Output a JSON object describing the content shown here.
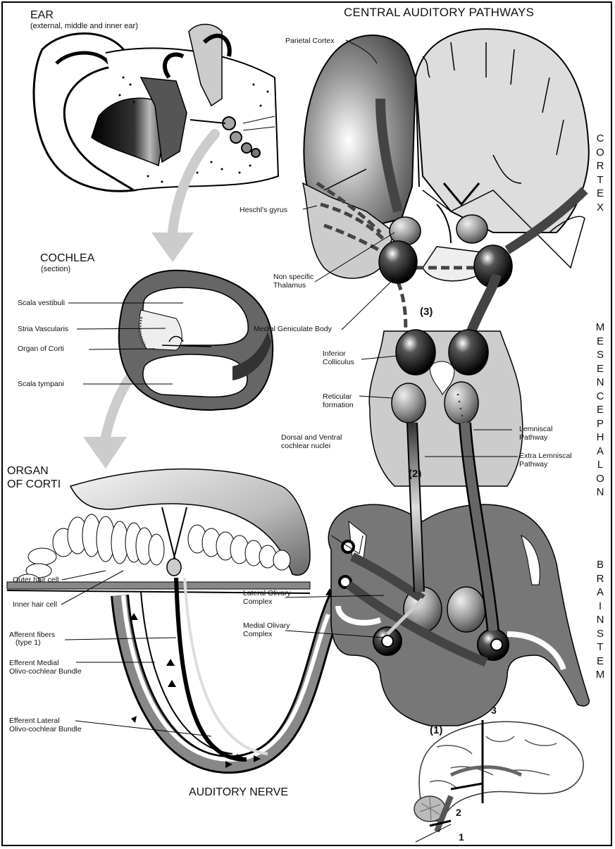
{
  "title": "CENTRAL AUDITORY PATHWAYS",
  "ear": {
    "title": "EAR",
    "subtitle": "(external, middle and inner ear)"
  },
  "cochlea": {
    "title": "COCHLEA",
    "subtitle": "(section)",
    "labels": [
      "Scala vestibuli",
      "Stria Vascularis",
      "Organ of Corti",
      "Scala tympani"
    ]
  },
  "organ": {
    "title_line1": "ORGAN",
    "title_line2": "OF CORTI",
    "labels": {
      "outer_hair": "Outer hair cell",
      "inner_hair": "Inner hair cell",
      "afferent_1": "Afferent fibers",
      "afferent_2": "(type 1)",
      "eff_med_1": "Efferent Medial",
      "eff_med_2": "Olivo-cochlear Bundle",
      "eff_lat_1": "Efferent Lateral",
      "eff_lat_2": "Olivo-cochlear Bundle"
    }
  },
  "nerve_label": "AUDITORY NERVE",
  "pathway_labels": {
    "parietal": "Parietal Cortex",
    "heschl": "Heschl's gyrus",
    "nonspec_1": "Non specific",
    "nonspec_2": "Thalamus",
    "mgb": "Medial Geniculate Body",
    "ic_1": "Inferior",
    "ic_2": "Colliculus",
    "ret_1": "Reticular",
    "ret_2": "formation",
    "dvcn_1": "Dorsal and Ventral",
    "dvcn_2": "cochlear nuclei",
    "loc_1": "Lateral Olivary",
    "loc_2": "Complex",
    "moc_1": "Medial Olivary",
    "moc_2": "Complex",
    "lem_1": "Lemniscal",
    "lem_2": "Pathway",
    "extra_1": "Extra Lemniscal",
    "extra_2": "Pathway"
  },
  "levels": {
    "l3": "(3)",
    "l2": "(2)",
    "l1": "(1)"
  },
  "side_labels": {
    "cortex": [
      "C",
      "O",
      "R",
      "T",
      "E",
      "X"
    ],
    "mesencephalon": [
      "M",
      "E",
      "S",
      "E",
      "N",
      "C",
      "E",
      "P",
      "H",
      "A",
      "L",
      "O",
      "N"
    ],
    "brainstem": [
      "B",
      "R",
      "A",
      "I",
      "N",
      "S",
      "T",
      "E",
      "M"
    ]
  },
  "inset": {
    "n3": "3",
    "n2": "2",
    "n1": "1"
  }
}
